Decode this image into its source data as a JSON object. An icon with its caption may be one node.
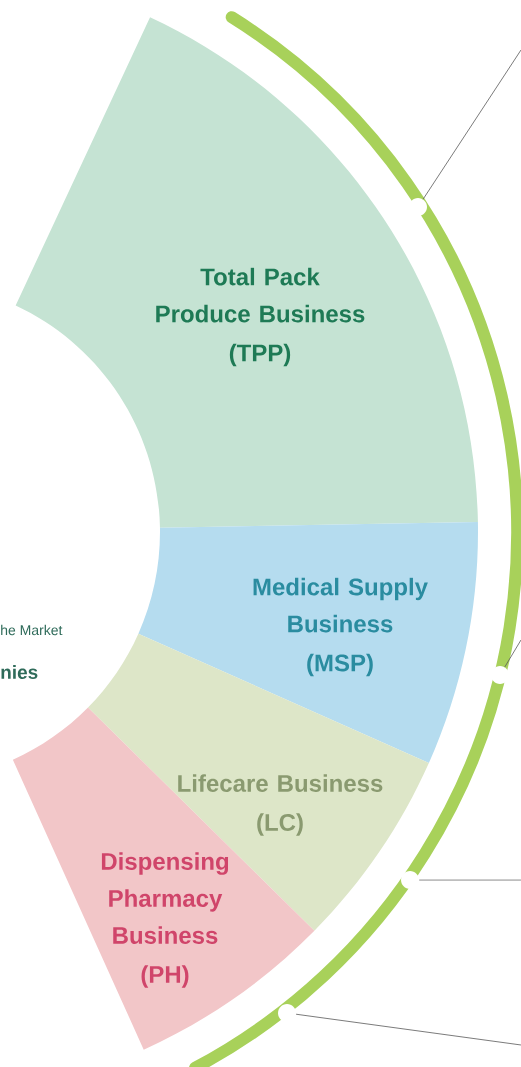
{
  "diagram": {
    "nodes": [
      {
        "text": [
          "Total Pack Produce Business",
          "(TPP)"
        ]
      },
      {
        "text": [
          "Medical Supply Business",
          "(MSP)"
        ]
      },
      {
        "text": [
          "Lifecare Business",
          "(LC)"
        ]
      },
      {
        "text": [
          "Dispensing Pharmacy Business",
          "(PH)"
        ]
      },
      {
        "text": [],
        "shape": "circle"
      },
      {
        "text": [],
        "shape": "circle"
      },
      {
        "text": [],
        "shape": "circle"
      },
      {
        "text": [],
        "shape": "circle"
      }
    ],
    "edges": [
      {
        "from": 4,
        "to": null,
        "arrow": "none"
      },
      {
        "from": 5,
        "to": null,
        "arrow": "none"
      },
      {
        "from": 6,
        "to": null,
        "arrow": "none"
      },
      {
        "from": 7,
        "to": null,
        "arrow": "none"
      }
    ],
    "labels": [
      "he Market",
      "nies"
    ]
  }
}
